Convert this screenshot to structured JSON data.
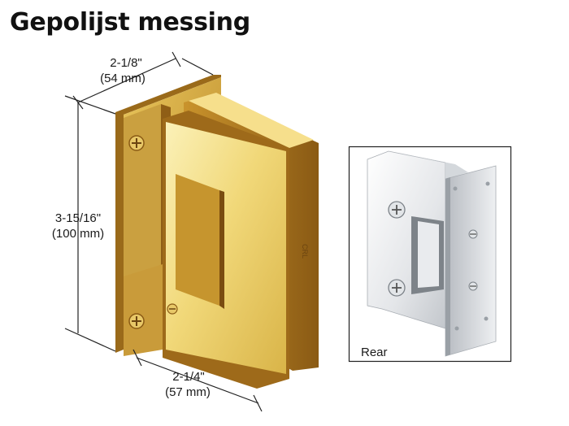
{
  "title": "Gepolijst messing",
  "dimensions": {
    "top_width": {
      "imperial": "2-1/8\"",
      "metric": "(54 mm)"
    },
    "height": {
      "imperial": "3-15/16\"",
      "metric": "(100 mm)"
    },
    "bottom_width": {
      "imperial": "2-1/4\"",
      "metric": "(57 mm)"
    }
  },
  "inset": {
    "label": "Rear"
  },
  "colors": {
    "brass_light": "#f7e9a6",
    "brass_mid": "#e9c95a",
    "brass_dark": "#a8741c",
    "chrome_light": "#f2f3f5",
    "chrome_mid": "#c9ccd1",
    "chrome_dark": "#8a8f96"
  }
}
